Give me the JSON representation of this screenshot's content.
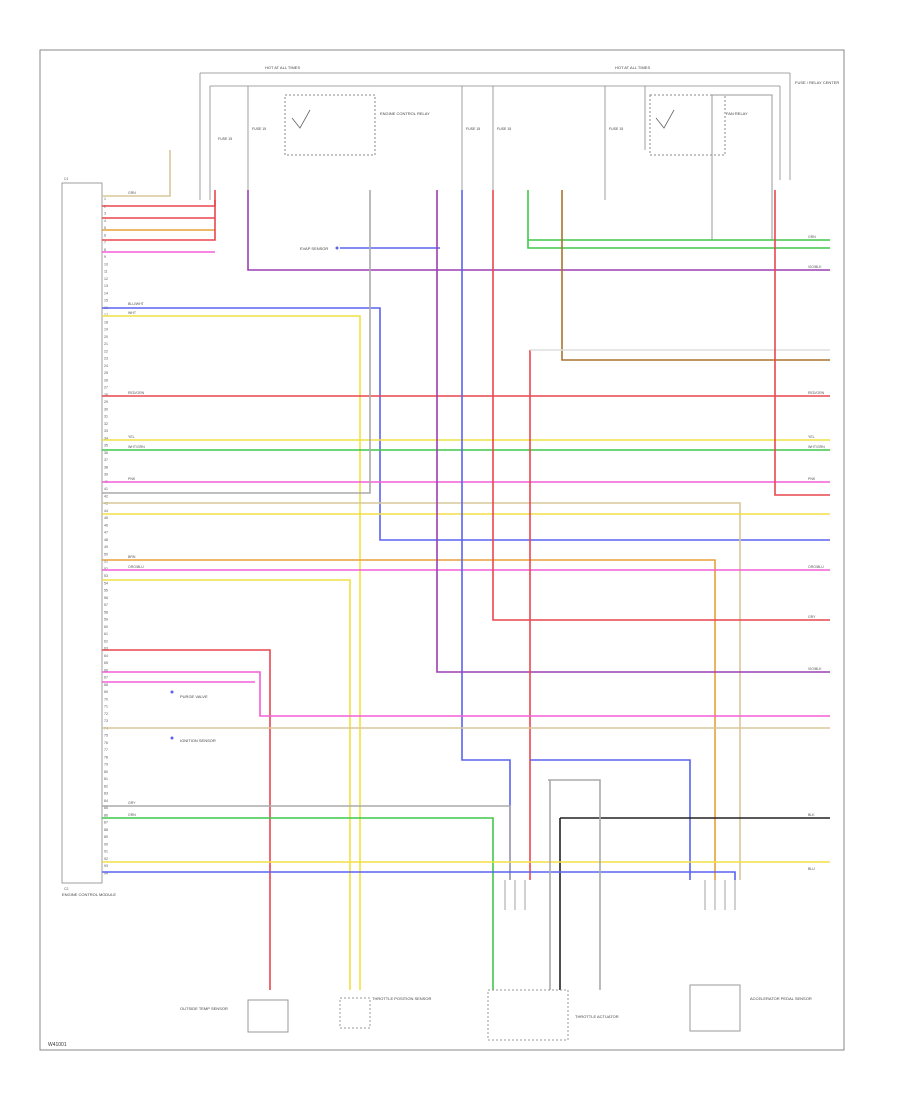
{
  "page": {
    "figure_id": "W41001"
  },
  "colors": {
    "red": "#e8474f",
    "green": "#3fc94a",
    "blue": "#5a63f0",
    "violet": "#9a3fb2",
    "yellow": "#f0e043",
    "pink": "#f35ed6",
    "orange": "#e8a13a",
    "brown": "#a8732e",
    "tan": "#d9c79a",
    "grey": "#aaaaaa",
    "black": "#222222",
    "white": "#ffffff"
  },
  "labels": {
    "hot_at_all_times_left": "HOT AT ALL TIMES",
    "hot_at_all_times_right": "HOT AT ALL TIMES",
    "fuse_left": "FUSE 15",
    "fuse_right": "FUSE 15",
    "fuse_relay_center": "FUSE / RELAY CENTER",
    "relay_main": "ENGINE CONTROL RELAY",
    "relay_fan": "FAN RELAY",
    "ecm_name": "ENGINE CONTROL MODULE",
    "evap_sensor": "EVAP SENSOR",
    "purge_valve": "PURGE VALVE",
    "ignition_sensor": "IGNITION SENSOR",
    "ext_temp_sensor": "OUTSIDE TEMP SENSOR",
    "throttle_sensor": "THROTTLE POSITION SENSOR",
    "throttle_actuator": "THROTTLE ACTUATOR",
    "accel_pedal_sensor": "ACCELERATOR PEDAL SENSOR"
  },
  "ecm_pins": [
    "1",
    "2",
    "3",
    "4",
    "5",
    "6",
    "7",
    "8",
    "9",
    "10",
    "11",
    "12",
    "13",
    "14",
    "15",
    "16",
    "17",
    "18",
    "19",
    "20",
    "21",
    "22",
    "23",
    "24",
    "25",
    "26",
    "27",
    "28",
    "29",
    "30",
    "31",
    "32",
    "33",
    "34",
    "35",
    "36",
    "37",
    "38",
    "39",
    "40",
    "41",
    "42",
    "43",
    "44",
    "45",
    "46",
    "47",
    "48",
    "49",
    "50",
    "51",
    "52",
    "53",
    "54",
    "55",
    "56",
    "57",
    "58",
    "59",
    "60",
    "61",
    "62",
    "63",
    "64",
    "65",
    "66",
    "67",
    "68",
    "69",
    "70",
    "71",
    "72",
    "73",
    "74",
    "75",
    "76",
    "77",
    "78",
    "79",
    "80",
    "81",
    "82",
    "83",
    "84",
    "85",
    "86",
    "87",
    "88",
    "89",
    "90",
    "91",
    "92",
    "93",
    "94"
  ],
  "wire_labels": {
    "grn_l": "GRN",
    "grn_r": "GRN",
    "blu_wht_l": "BLU/WHT",
    "wht_l": "WHT",
    "red_grn_l": "RED/GRN",
    "red_grn_r": "RED/GRN",
    "yel_l": "YEL",
    "yel_r": "YEL",
    "wht_grn_l": "WHT/GRN",
    "wht_grn_r": "WHT/GRN",
    "pnk_l": "PNK",
    "pnk_r": "PNK",
    "brn_l": "BRN",
    "org_l": "ORG/BLU",
    "org_r": "ORG/BLU",
    "gry_l": "GRY",
    "gry_r": "GRY",
    "blk_r": "BLK",
    "vio_r": "VIO/BLK",
    "blu_r": "BLU"
  },
  "connectors": {
    "c1": "C1",
    "c2": "C2"
  }
}
